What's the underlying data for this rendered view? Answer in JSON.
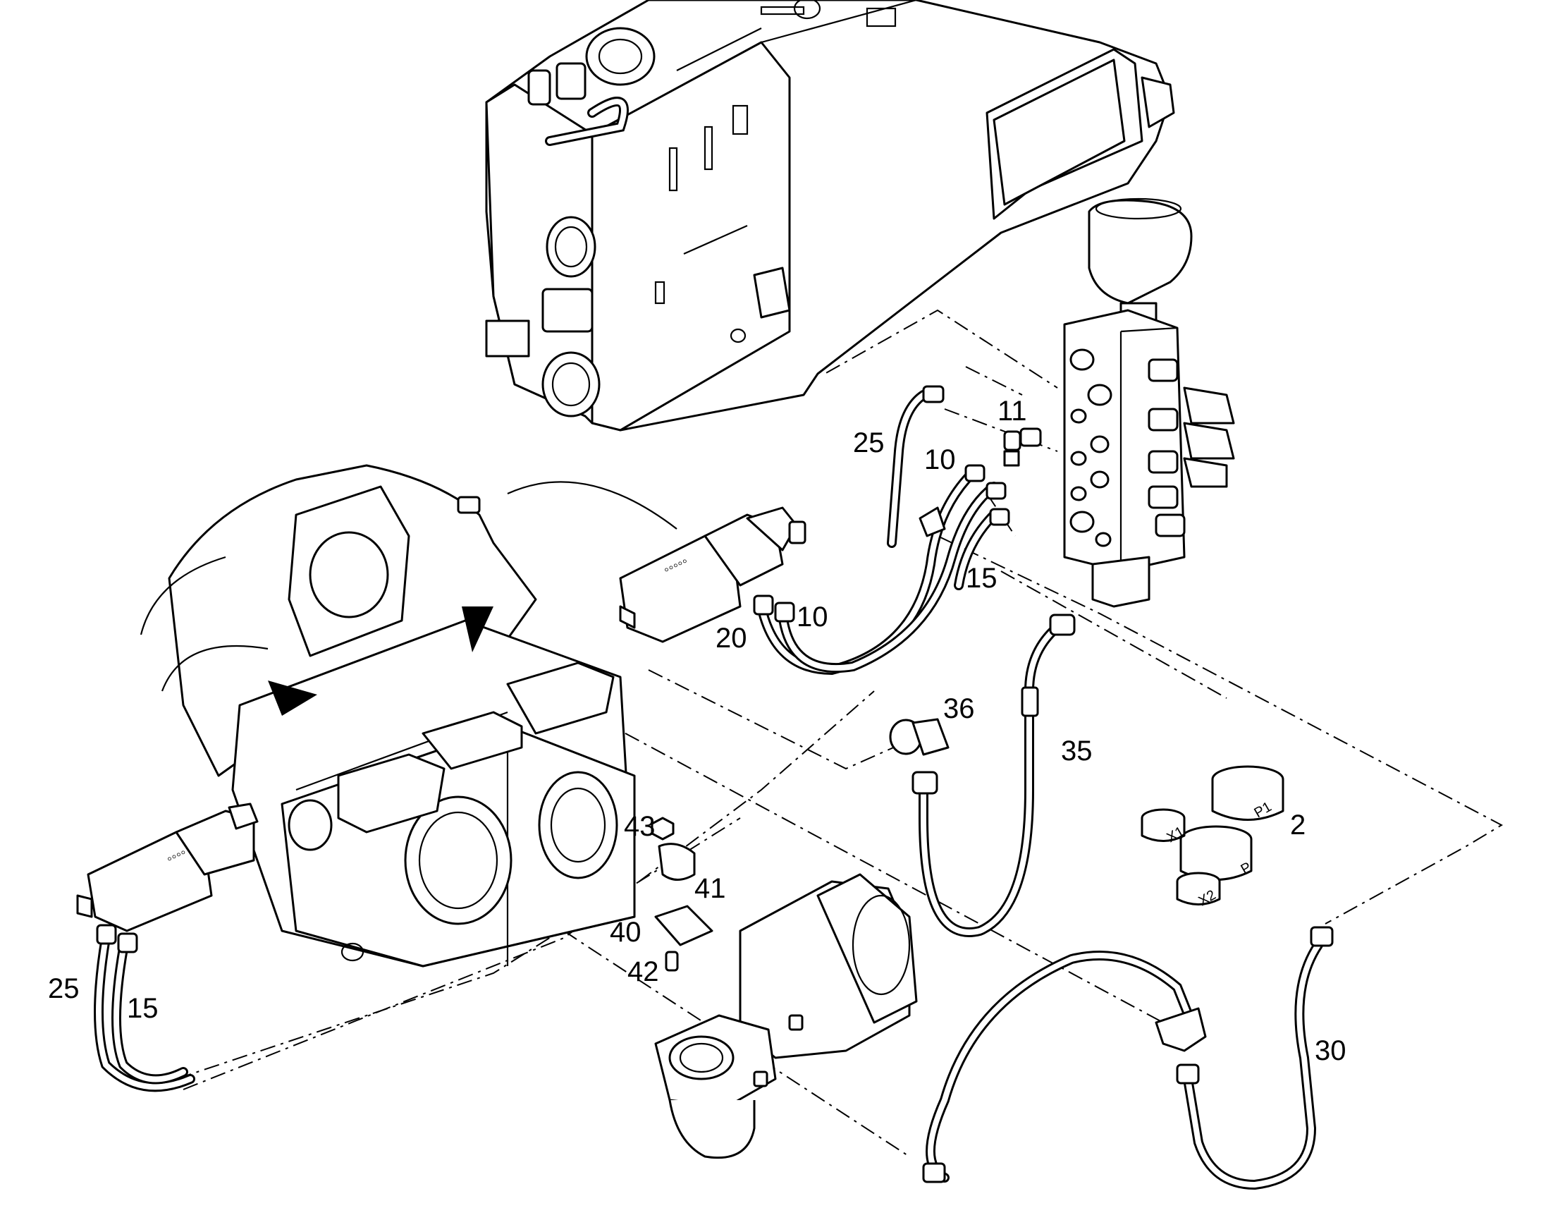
{
  "diagram": {
    "callouts": [
      {
        "id": "c11",
        "text": "11"
      },
      {
        "id": "c25a",
        "text": "25"
      },
      {
        "id": "c10a",
        "text": "10"
      },
      {
        "id": "c15a",
        "text": "15"
      },
      {
        "id": "c20",
        "text": "20"
      },
      {
        "id": "c10b",
        "text": "10"
      },
      {
        "id": "c36",
        "text": "36"
      },
      {
        "id": "c35",
        "text": "35"
      },
      {
        "id": "c2",
        "text": "2"
      },
      {
        "id": "c43",
        "text": "43"
      },
      {
        "id": "c41",
        "text": "41"
      },
      {
        "id": "c40",
        "text": "40"
      },
      {
        "id": "c42",
        "text": "42"
      },
      {
        "id": "c25b",
        "text": "25"
      },
      {
        "id": "c15b",
        "text": "15"
      },
      {
        "id": "c30",
        "text": "30"
      }
    ],
    "ring_marks": {
      "p1": "P1",
      "p": "P",
      "x1": "X1",
      "x2": "X2"
    }
  }
}
